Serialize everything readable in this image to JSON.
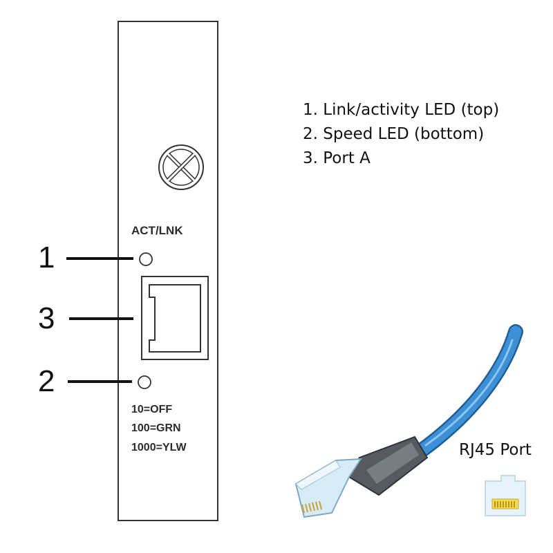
{
  "panel": {
    "act_lnk_label": "ACT/LNK",
    "speed_lines": [
      "10=OFF",
      "100=GRN",
      "1000=YLW"
    ]
  },
  "callouts": [
    "1",
    "3",
    "2"
  ],
  "legend": {
    "items": [
      "1. Link/activity LED (top)",
      "2. Speed LED (bottom)",
      "3. Port A"
    ]
  },
  "rj45_label": "RJ45 Port",
  "colors": {
    "cable_blue": "#3d8fd6",
    "boot_gray": "#555b61",
    "connector_clear": "#d7ecf7",
    "port_contacts": "#e8c21c"
  }
}
